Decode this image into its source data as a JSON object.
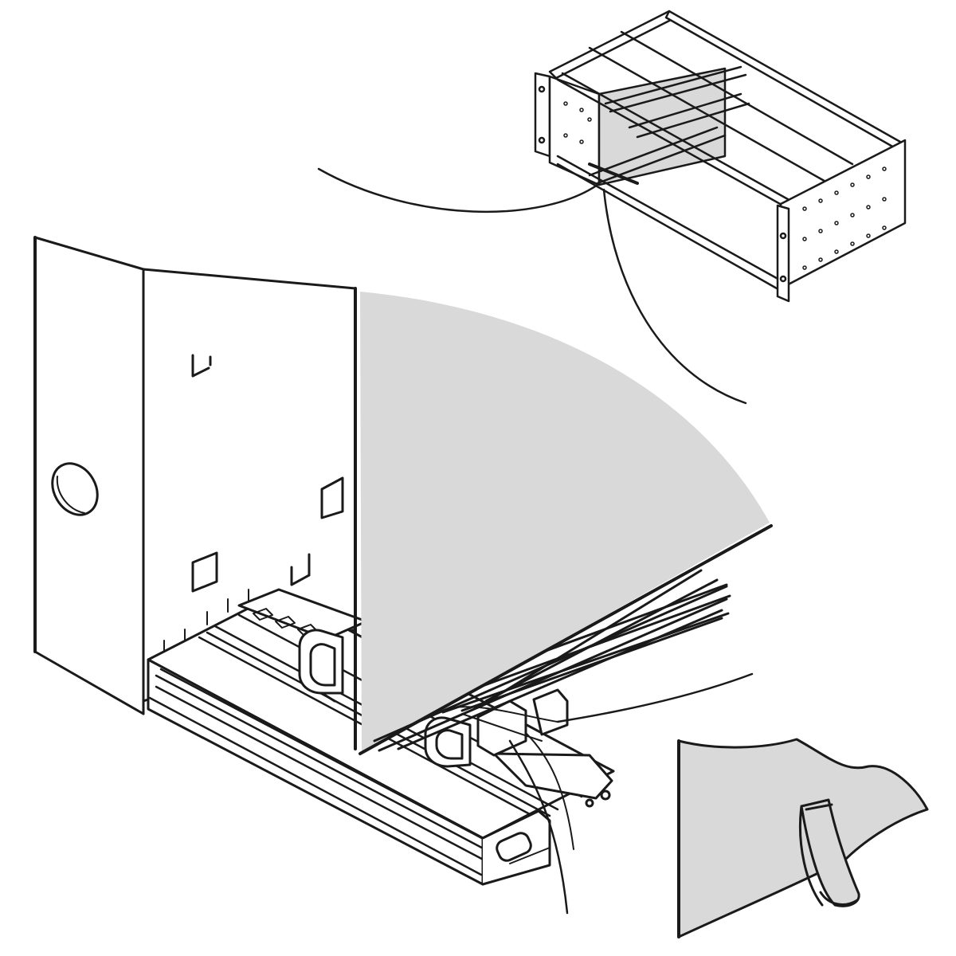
{
  "diagram": {
    "views": [
      {
        "id": "subrack",
        "icon": "subrack-overview-icon"
      },
      {
        "id": "main",
        "icon": "guide-rail-assembly-icon"
      },
      {
        "id": "detail",
        "icon": "panel-clip-detail-icon"
      }
    ],
    "colors": {
      "ink": "#1a1a1a",
      "panel_fill": "#d9d9d9",
      "background": "#ffffff"
    }
  }
}
